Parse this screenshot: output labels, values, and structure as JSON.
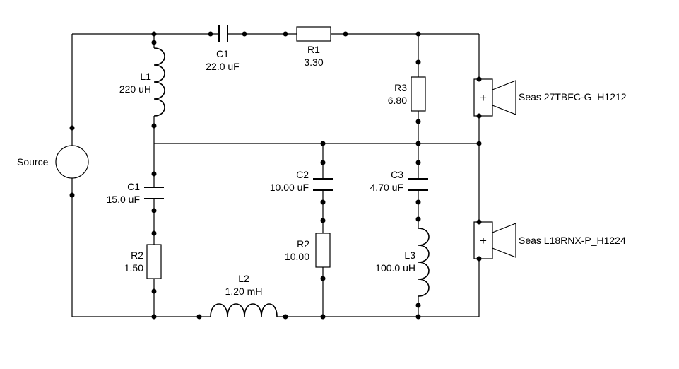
{
  "source": {
    "label": "Source"
  },
  "components": {
    "c1_top": {
      "name": "C1",
      "value": "22.0 uF"
    },
    "r1_top": {
      "name": "R1",
      "value": "3.30"
    },
    "l1": {
      "name": "L1",
      "value": "220 uH"
    },
    "r3": {
      "name": "R3",
      "value": "6.80"
    },
    "c1_low": {
      "name": "C1",
      "value": "15.0 uF"
    },
    "r2_left": {
      "name": "R2",
      "value": "1.50"
    },
    "l2": {
      "name": "L2",
      "value": "1.20 mH"
    },
    "c2": {
      "name": "C2",
      "value": "10.00 uF"
    },
    "r2_mid": {
      "name": "R2",
      "value": "10.00"
    },
    "c3": {
      "name": "C3",
      "value": "4.70 uF"
    },
    "l3": {
      "name": "L3",
      "value": "100.0 uH"
    }
  },
  "speakers": {
    "tweeter": {
      "label": "Seas 27TBFC-G_H1212",
      "polarity": "+"
    },
    "woofer": {
      "label": "Seas L18RNX-P_H1224",
      "polarity": "+"
    }
  }
}
